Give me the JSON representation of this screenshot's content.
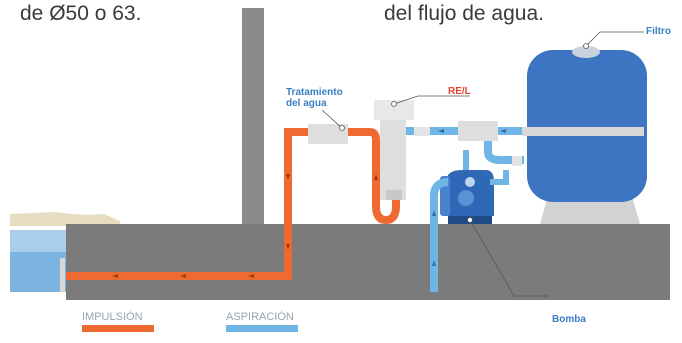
{
  "captions": {
    "left": "de Ø50 o 63.",
    "right": "del flujo de agua."
  },
  "labels": {
    "filtro": "Filtro",
    "rel": "RE/L",
    "tratamiento_line1": "Tratamiento",
    "tratamiento_line2": "del agua",
    "bomba": "Bomba"
  },
  "legend": {
    "impulsion": "IMPULSIÓN",
    "aspiracion": "ASPIRACIÓN"
  },
  "colors": {
    "impulsion": "#ef6a30",
    "aspiracion": "#6fb5e6",
    "label_blue": "#3a7fc4",
    "label_red": "#e0472f",
    "legend_text": "#9aa3ad",
    "ground": "#7b7b7b",
    "filter_tank": "#3e75c3",
    "pump": "#2e68b6"
  }
}
